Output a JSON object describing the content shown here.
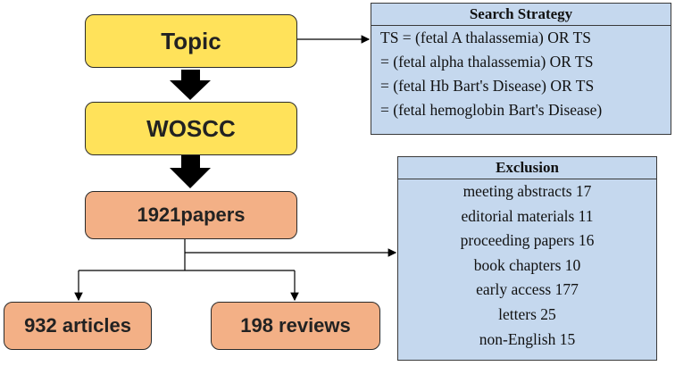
{
  "nodes": {
    "topic": "Topic",
    "woscc": "WOSCC",
    "papers": "1921papers",
    "articles": "932 articles",
    "reviews": "198 reviews"
  },
  "search_strategy": {
    "title": "Search Strategy",
    "lines": [
      "TS = (fetal A thalassemia) OR TS",
      "= (fetal alpha thalassemia) OR TS",
      "= (fetal Hb Bart's Disease) OR TS",
      "= (fetal hemoglobin Bart's Disease)"
    ]
  },
  "exclusion": {
    "title": "Exclusion",
    "lines": [
      "meeting abstracts 17",
      "editorial materials 11",
      "proceeding papers 16",
      "book chapters 10",
      "early access 177",
      "letters 25",
      "non-English 15"
    ]
  },
  "colors": {
    "yellow_box": "#ffe25a",
    "orange_box": "#f3b086",
    "panel_fill": "#c5d8ee",
    "arrow": "#000000"
  }
}
